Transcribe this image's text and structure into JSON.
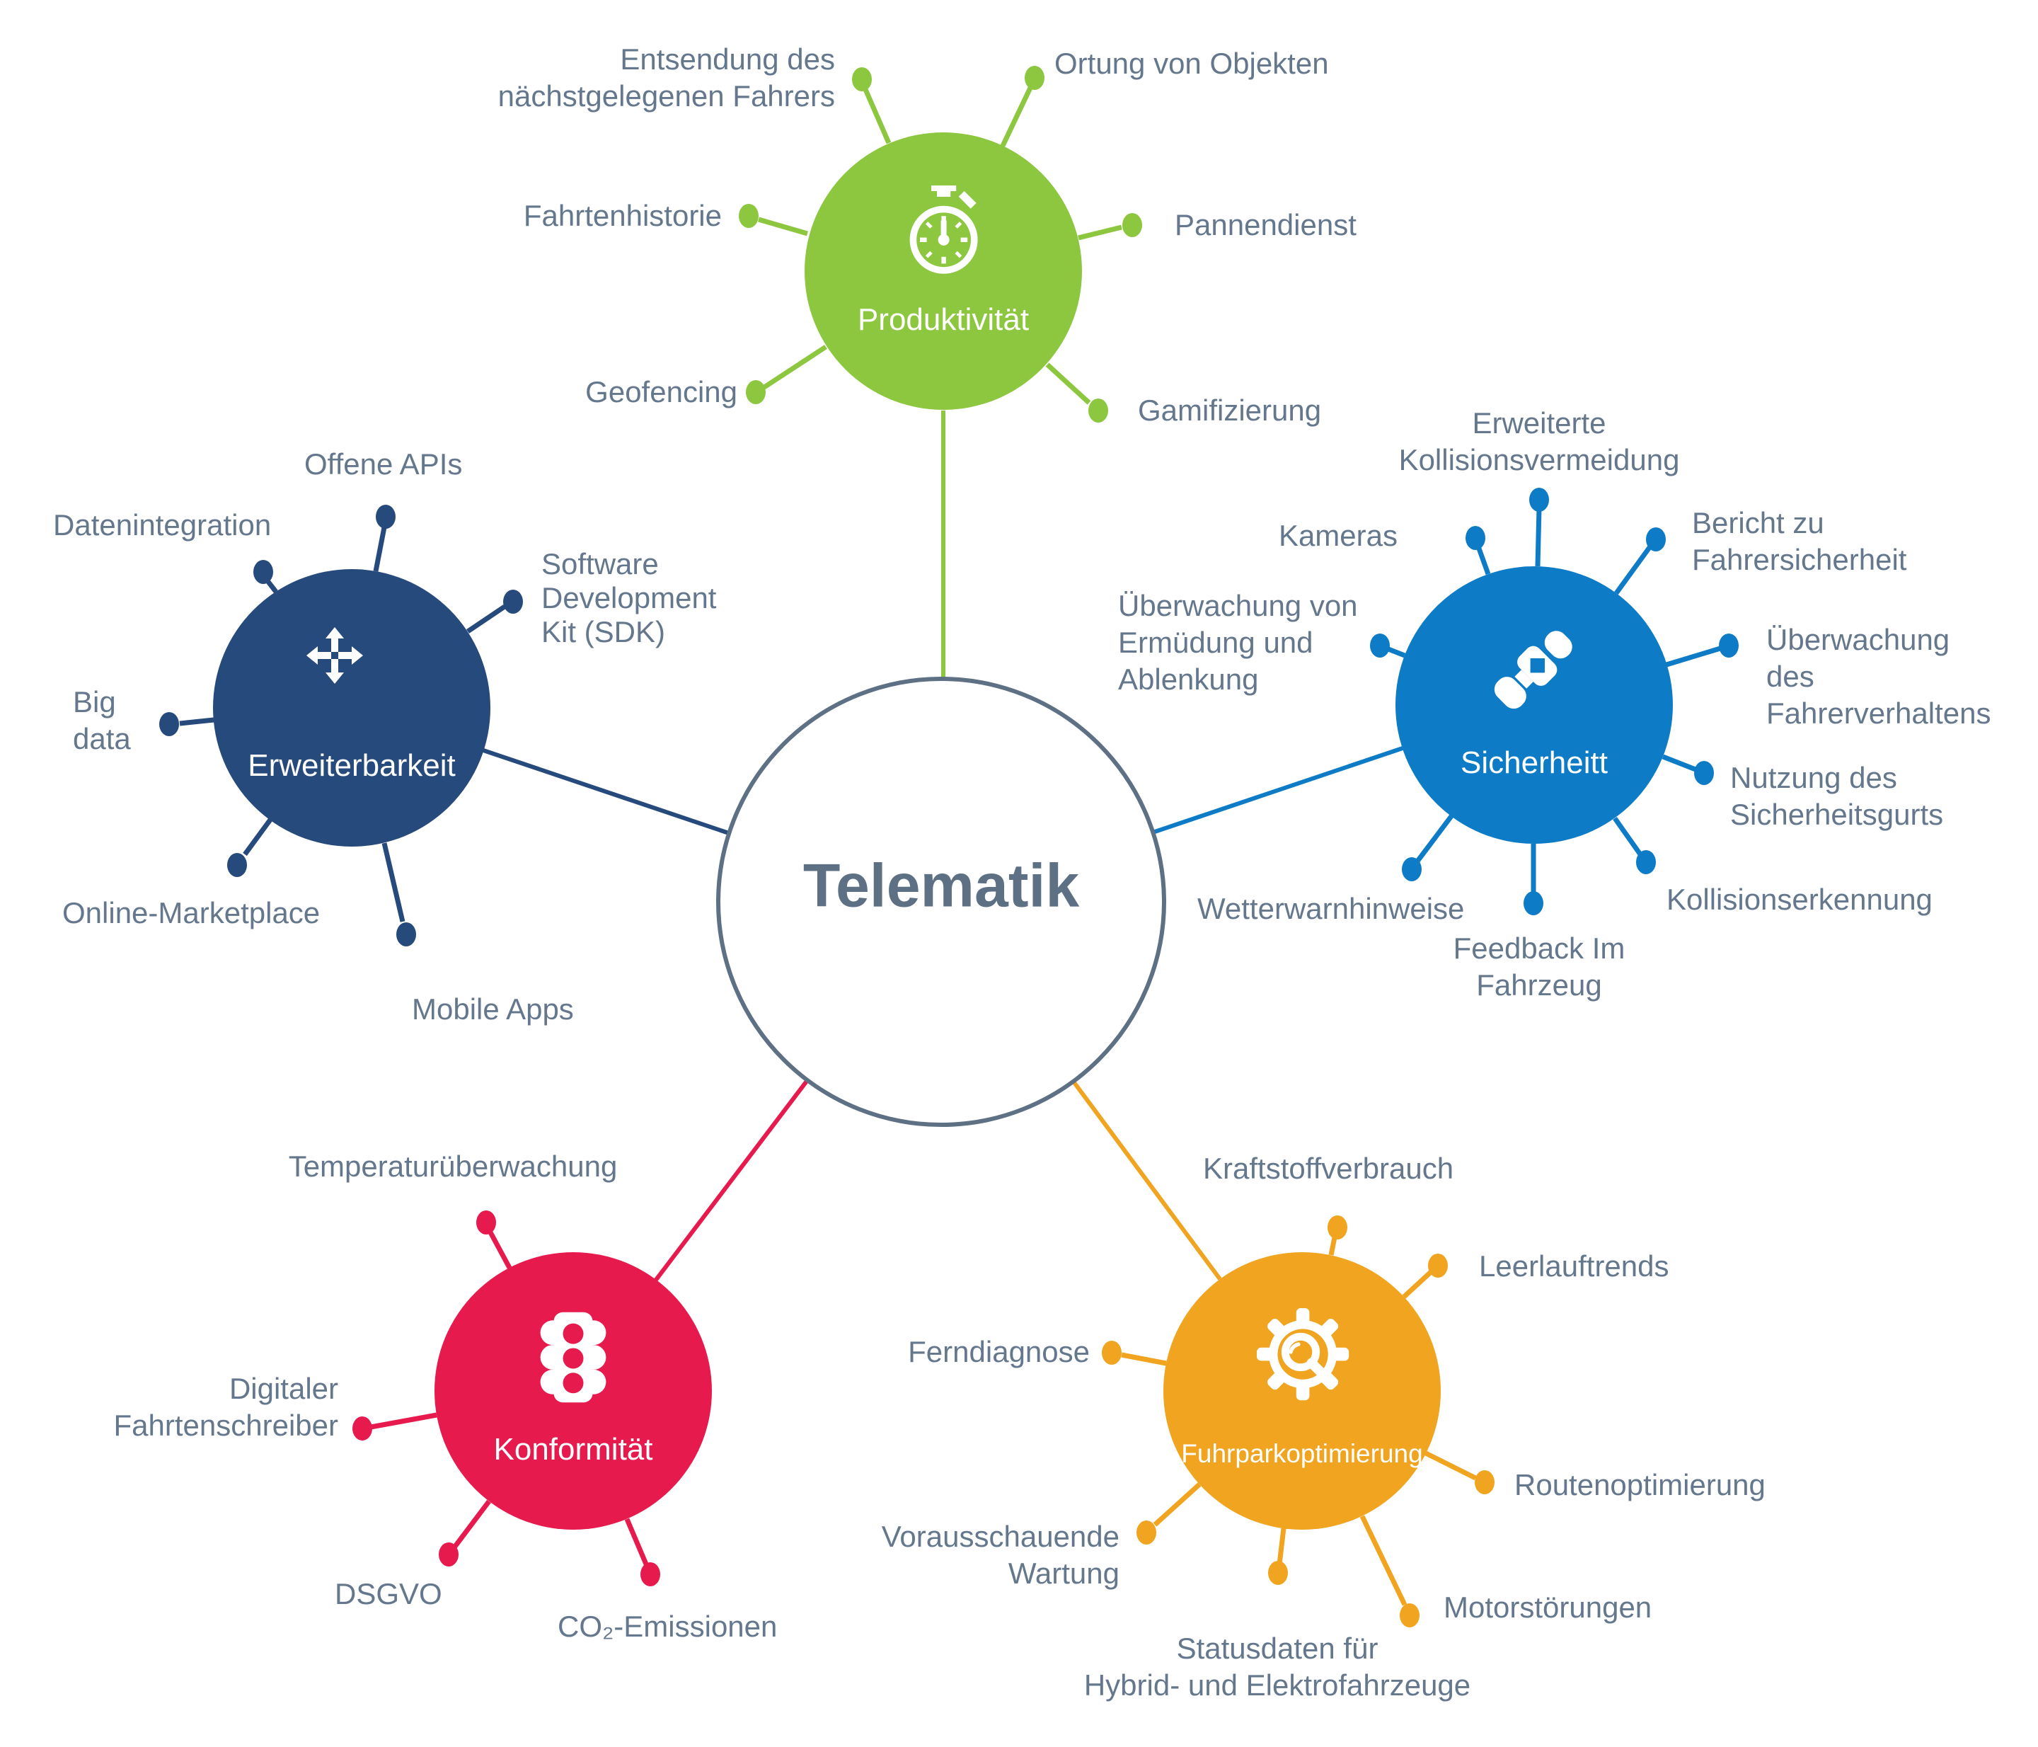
{
  "diagram": {
    "title": "Telematik Mindmap",
    "center": {
      "label": "Telematik",
      "border_color": "#5e7084",
      "text_color": "#5e7084"
    },
    "clusters": [
      {
        "id": "produktivitaet",
        "label": "Produktivität",
        "color": "#8dc63f",
        "icon": "stopwatch-icon",
        "spokes": [
          {
            "label": "Entsendung des\nnächstgelegenen Fahrers"
          },
          {
            "label": "Ortung von Objekten"
          },
          {
            "label": "Fahrtenhistorie"
          },
          {
            "label": "Pannendienst"
          },
          {
            "label": "Geofencing"
          },
          {
            "label": "Gamifizierung"
          }
        ]
      },
      {
        "id": "erweiterbarkeit",
        "label": "Erweiterbarkeit",
        "color": "#274a7c",
        "icon": "expand-arrows-icon",
        "spokes": [
          {
            "label": "Offene APIs"
          },
          {
            "label": "Datenintegration"
          },
          {
            "label": "Software\nDevelopment\nKit (SDK)"
          },
          {
            "label": "Big\ndata"
          },
          {
            "label": "Online-Marketplace"
          },
          {
            "label": "Mobile Apps"
          }
        ]
      },
      {
        "id": "sicherheitt",
        "label": "Sicherheitt",
        "color": "#0e7bc7",
        "icon": "seatbelt-icon",
        "spokes": [
          {
            "label": "Erweiterte\nKollisionsvermeidung"
          },
          {
            "label": "Kameras"
          },
          {
            "label": "Bericht zu\nFahrersicherheit"
          },
          {
            "label": "Überwachung von\nErmüdung und\nAblenkung"
          },
          {
            "label": "Überwachung\ndes Fahrerverhaltens"
          },
          {
            "label": "Nutzung des\nSicherheitsgurts"
          },
          {
            "label": "Kollisionserkennung"
          },
          {
            "label": "Feedback Im\nFahrzeug"
          },
          {
            "label": "Wetterwarnhinweise"
          }
        ]
      },
      {
        "id": "konformitaet",
        "label": "Konformität",
        "color": "#e71a4e",
        "icon": "traffic-light-icon",
        "spokes": [
          {
            "label": "Temperaturüberwachung"
          },
          {
            "label": "Digitaler\nFahrtenschreiber"
          },
          {
            "label": "DSGVO"
          },
          {
            "label": "CO₂-Emissionen"
          }
        ]
      },
      {
        "id": "fuhrparkoptimierung",
        "label": "Fuhrparkoptimierung",
        "color": "#f0a41f",
        "icon": "gear-magnifier-icon",
        "spokes": [
          {
            "label": "Kraftstoffverbrauch"
          },
          {
            "label": "Leerlauftrends"
          },
          {
            "label": "Ferndiagnose"
          },
          {
            "label": "Routenoptimierung"
          },
          {
            "label": "Vorausschauende\nWartung"
          },
          {
            "label": "Statusdaten für\nHybrid- und Elektrofahrzeuge"
          },
          {
            "label": "Motorstörungen"
          }
        ]
      }
    ],
    "label_text_color": "#64778c"
  }
}
